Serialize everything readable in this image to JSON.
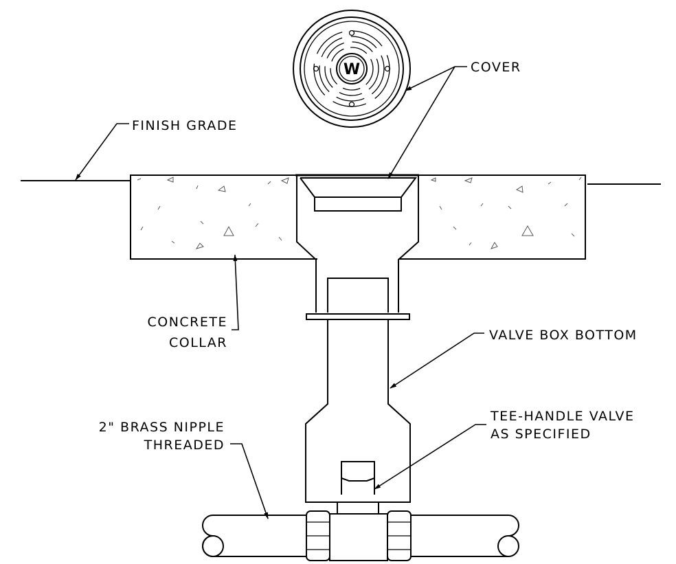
{
  "labels": {
    "cover": "COVER",
    "finish_grade": "FINISH GRADE",
    "concrete_collar_line1": "CONCRETE",
    "concrete_collar_line2": "COLLAR",
    "valve_box_bottom": "VALVE BOX BOTTOM",
    "tee_handle_line1": "TEE-HANDLE VALVE",
    "tee_handle_line2": "AS SPECIFIED",
    "nipple_line1": "2\" BRASS NIPPLE",
    "nipple_line2": "THREADED",
    "cover_logo": "W"
  }
}
